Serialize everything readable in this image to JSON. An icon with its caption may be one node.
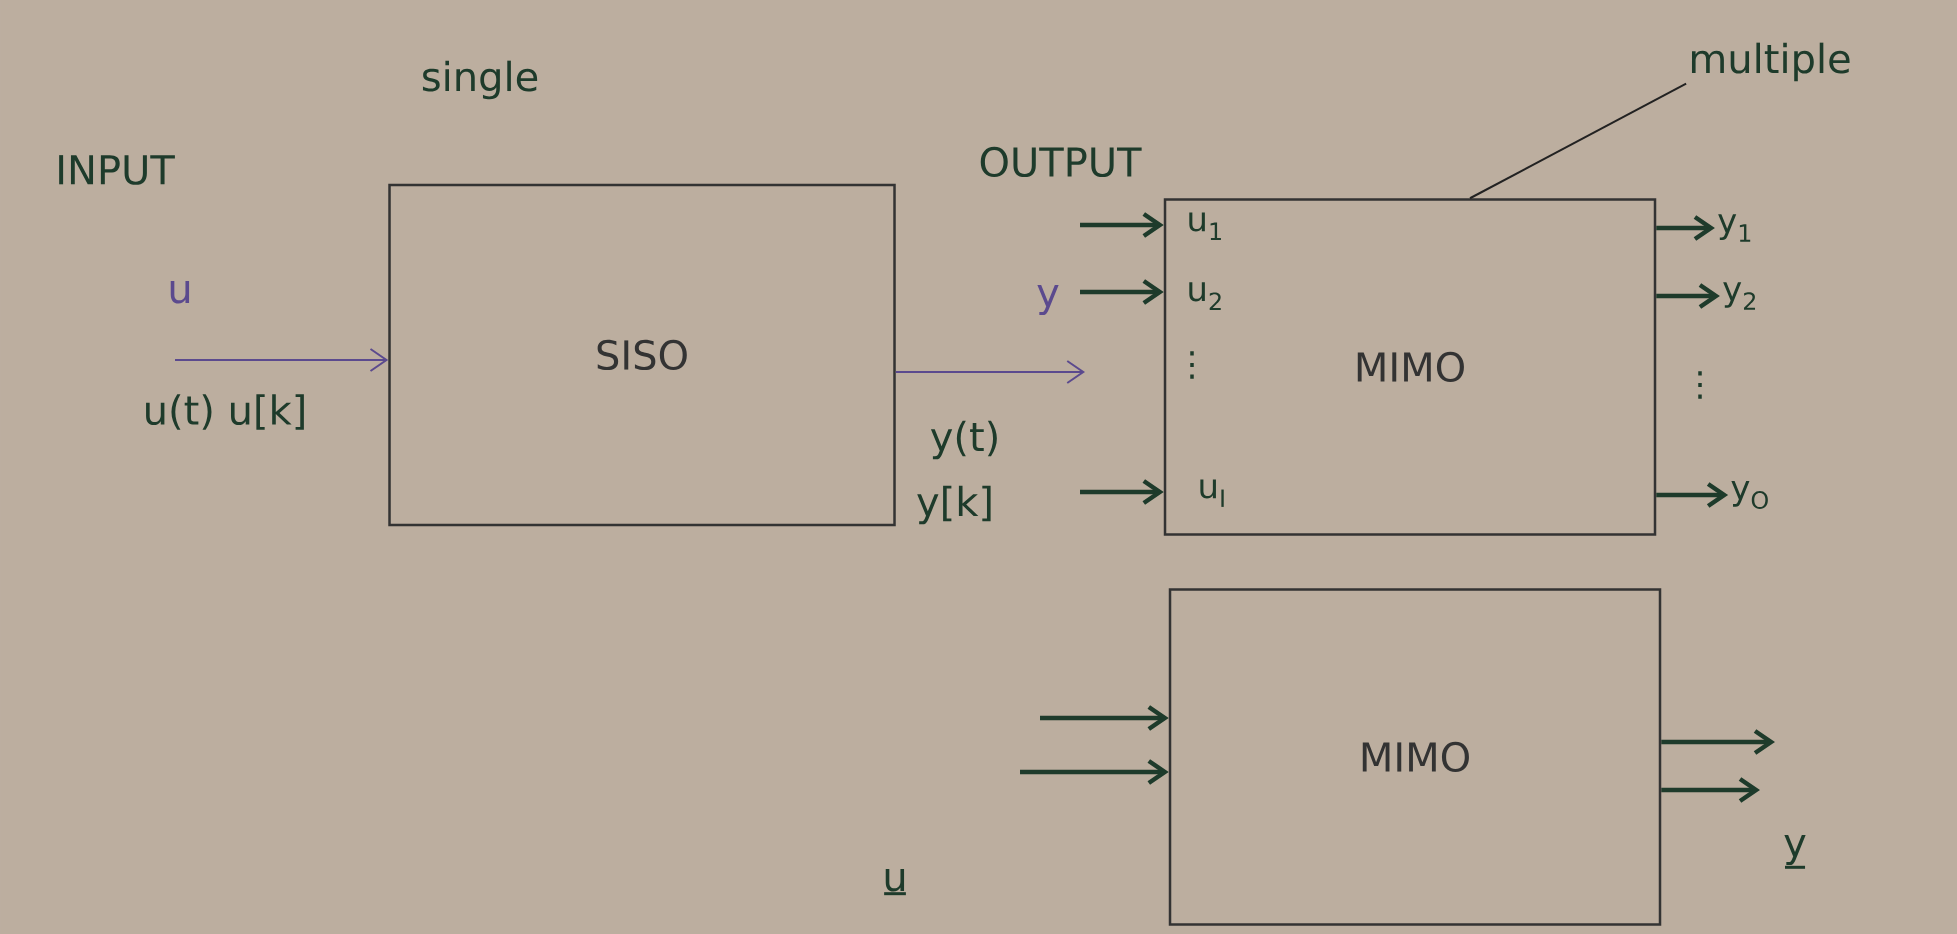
{
  "diagram": {
    "nodes": [
      {
        "text": [
          "SISO"
        ]
      },
      {
        "text": [
          "MIMO"
        ]
      },
      {
        "text": [
          "MIMO"
        ]
      },
      {
        "text": [
          "multiple"
        ]
      },
      {
        "text": [
          "y$_{1}$"
        ]
      },
      {
        "text": [
          "y$_{2}$"
        ]
      },
      {
        "text": [
          "y$_{O}$"
        ]
      }
    ],
    "edges": [
      {
        "from": null,
        "to": 0,
        "arrow": "to",
        "color": "#5b4a8e"
      },
      {
        "from": 0,
        "to": null,
        "arrow": "to",
        "color": "#5b4a8e"
      },
      {
        "from": null,
        "to": 1,
        "arrow": "to"
      },
      {
        "from": null,
        "to": 1,
        "arrow": "to"
      },
      {
        "from": null,
        "to": 1,
        "arrow": "to"
      },
      {
        "from": 1,
        "to": 4,
        "arrow": "to"
      },
      {
        "from": 1,
        "to": 5,
        "arrow": "to"
      },
      {
        "from": 1,
        "to": 6,
        "arrow": "to"
      },
      {
        "from": null,
        "to": 2,
        "arrow": "to"
      },
      {
        "from": null,
        "to": 2,
        "arrow": "to"
      },
      {
        "from": 2,
        "to": null,
        "arrow": "to"
      },
      {
        "from": 2,
        "to": null,
        "arrow": "to"
      },
      {
        "from": 3,
        "to": 1,
        "arrow": "none",
        "color": "#222222"
      }
    ],
    "labels": [
      "INPUT",
      "single",
      "OUTPUT",
      "u",
      "u(t) u[k]",
      "y(t)",
      "y[k]",
      "y",
      "u$_{1}$",
      "u$_{2}$",
      "⋮",
      "u$_{I}$",
      "⋮",
      "u",
      "y"
    ]
  }
}
